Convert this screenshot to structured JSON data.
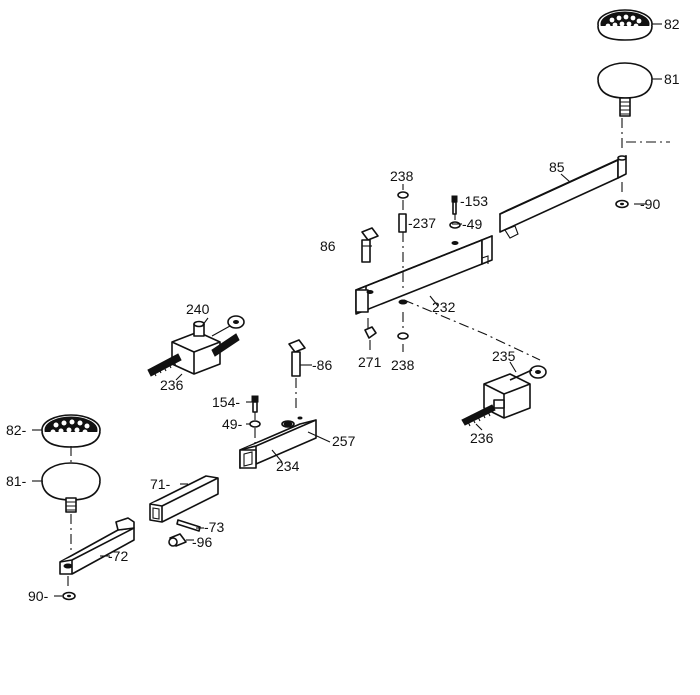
{
  "labels": {
    "p82_top": "82",
    "p81_top": "81",
    "p85": "85",
    "p90_top": "-90",
    "p238_top": "238",
    "p153": "-153",
    "p237": "-237",
    "p49_top": "-49",
    "p86_top": "86",
    "p232": "232",
    "p271": "271",
    "p238_bottom": "238",
    "p235": "235",
    "p236_right": "236",
    "p240": "240",
    "p236_left": "236",
    "p86_mid": "-86",
    "p154": "154-",
    "p49_mid": "49-",
    "p257": "257",
    "p234": "234",
    "p82_left": "82-",
    "p81_left": "81-",
    "p71": "71-",
    "p73": "-73",
    "p96": "-96",
    "p72": "-72",
    "p90_bottom": "90-"
  }
}
